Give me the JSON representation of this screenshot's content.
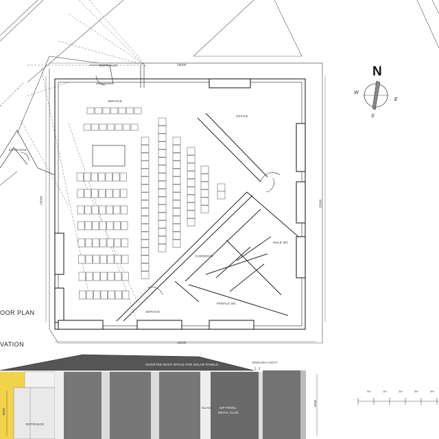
{
  "plan": {
    "title": "OOR PLAN",
    "elevation_title": "VATION",
    "rooms": {
      "service_top": "SERVICE",
      "office": "OFFICE",
      "entrance_left": "ENTRANCE",
      "entrance_top": "ENTRANCE",
      "corridor": "CORRIDOR",
      "male_wc": "MALE WC",
      "female_wc": "FEMALE WC",
      "service_bottom": "SERVICE"
    },
    "dimensions": {
      "top": "18000",
      "bottom": "18000",
      "left": "15000",
      "right": "15000"
    }
  },
  "compass": {
    "n": "N",
    "s": "S",
    "e": "E",
    "w": "W"
  },
  "elevation": {
    "roof_note": "INVERTED ROOF SPACE FOR SOLAR PANELS",
    "skylight": "ENOUGH LIGHT",
    "glass": "GLASS",
    "panel_note_1": "SIP PANEL",
    "panel_note_2": "METAL CLAD",
    "entrance": "ENTRANCE",
    "height_dim": "3000",
    "right_dim": "4500"
  },
  "scale_bar": {
    "labels": [
      "0M",
      "1M",
      "2M",
      "3M",
      "4M"
    ]
  }
}
